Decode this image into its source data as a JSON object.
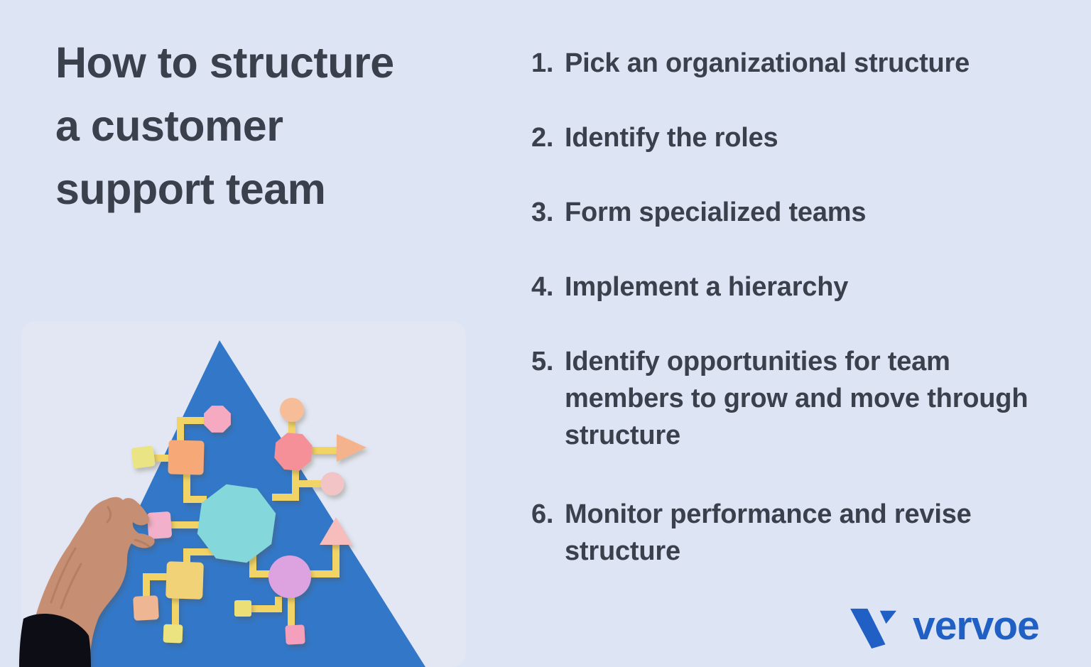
{
  "page": {
    "background": "#dde4f4"
  },
  "title": {
    "text": "How to structure\na customer\nsupport team",
    "color": "#3b404d"
  },
  "steps": {
    "color": "#3b404d",
    "items": [
      {
        "number": "1.",
        "text": "Pick an organizational structure"
      },
      {
        "number": "2.",
        "text": "Identify the roles"
      },
      {
        "number": "3.",
        "text": "Form specialized teams"
      },
      {
        "number": "4.",
        "text": "Implement a hierarchy"
      },
      {
        "number": "5.",
        "text": "Identify opportunities for team\nmembers to grow and move through\nstructure"
      },
      {
        "number": "6.",
        "text": "Monitor performance and revise\nstructure"
      }
    ]
  },
  "illustration": {
    "description": "Hand placing a pink paper square into a flowchart of pastel paper shapes connected by yellow lines on a blue triangle",
    "colors": {
      "backdrop": "#e6e9f2",
      "triangle": "#3377c8",
      "connector": "#f2d466",
      "pink_octagon": "#f6aac2",
      "orange_square": "#f7a877",
      "yellow_square_left": "#eae484",
      "teal_octagon": "#84d7db",
      "peach_circle": "#f7bd98",
      "salmon_octagon": "#f58f98",
      "peach_arrow": "#f5b38d",
      "pink_circle": "#f2c4c6",
      "pink_triangle": "#f7bcbc",
      "purple_circle": "#dda2e0",
      "yellow_square_large": "#f2d276",
      "peach_square": "#efb694",
      "yellow_square_bottom": "#eae37f",
      "yellow_square_right": "#ecdf75",
      "pink_square_bottom": "#f4a0bc",
      "held_pink_square": "#f3b0ca",
      "skin": "#c68e72",
      "skin_shadow": "#9c6b50",
      "sleeve": "#0d0d13"
    }
  },
  "logo": {
    "brand": "vervoe",
    "color": "#2060c4",
    "icon": "vervoe-v-mark"
  }
}
